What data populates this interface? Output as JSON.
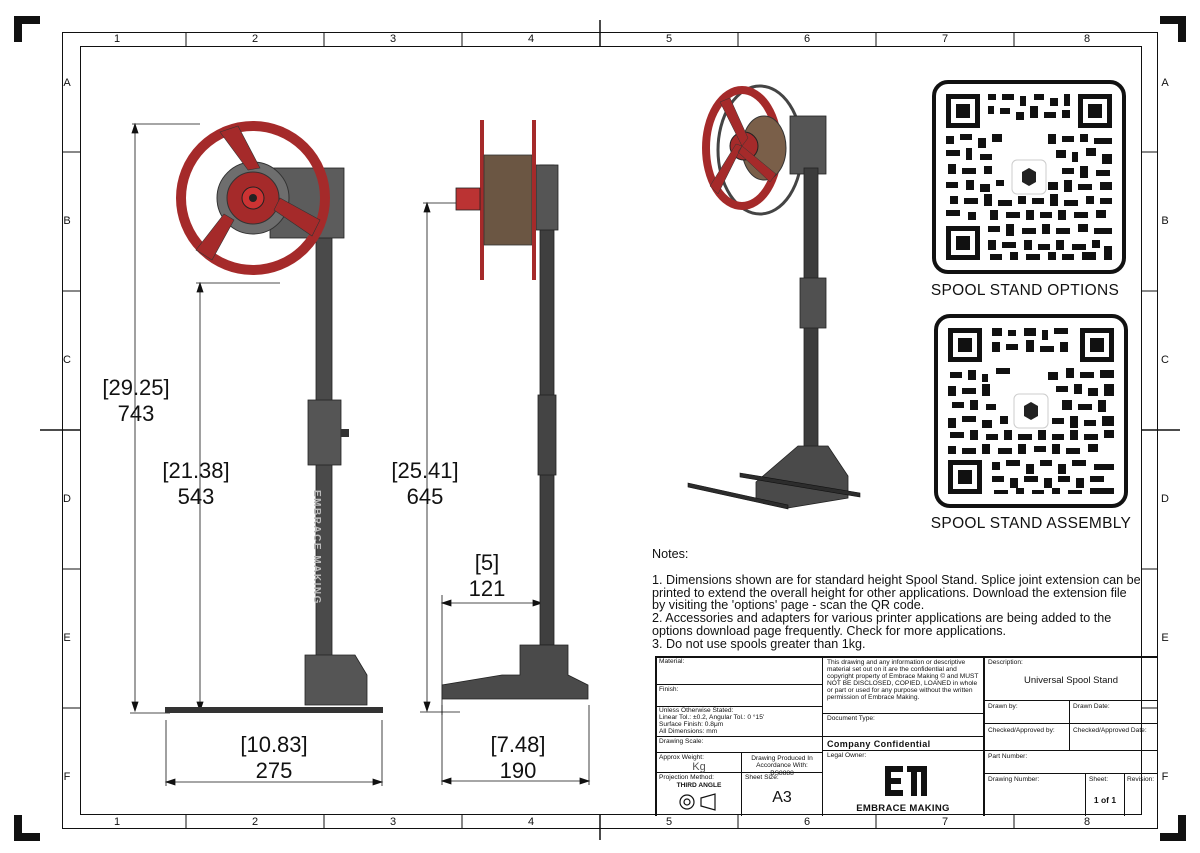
{
  "zones": {
    "columns": [
      "1",
      "2",
      "3",
      "4",
      "5",
      "6",
      "7",
      "8"
    ],
    "rows": [
      "A",
      "B",
      "C",
      "D",
      "E",
      "F"
    ]
  },
  "dimensions": {
    "overall_height": {
      "inch": "29.25",
      "mm": "743"
    },
    "arm_height": {
      "inch": "21.38",
      "mm": "543"
    },
    "side_height": {
      "inch": "25.41",
      "mm": "645"
    },
    "offset": {
      "inch": "5",
      "mm": "121"
    },
    "front_width": {
      "inch": "10.83",
      "mm": "275"
    },
    "side_width": {
      "inch": "7.48",
      "mm": "190"
    }
  },
  "column_text": "EMBRACE MAKING",
  "qr": {
    "options_caption": "SPOOL STAND OPTIONS",
    "assembly_caption": "SPOOL STAND ASSEMBLY"
  },
  "notes": {
    "heading": "Notes:",
    "items": [
      "1. Dimensions shown are for standard height Spool Stand. Splice joint extension can be printed to extend the overall height for other applications. Download the extension file by visiting the 'options' page - scan the QR code.",
      "2. Accessories and adapters for various printer applications are being added to the options download page frequently. Check for more applications.",
      "3. Do not use spools greater than 1kg."
    ]
  },
  "title_block": {
    "material_label": "Material:",
    "finish_label": "Finish:",
    "tolerances": {
      "line1": "Unless Otherwise Stated:",
      "line2": "Linear Tol.:  ±0.2, Angular Tol.:  0 °15'",
      "line3": "Surface Finish:  0.8μm",
      "line4": "All Dimensions:  mm"
    },
    "drawing_scale_label": "Drawing Scale:",
    "approx_weight_label": "Approx Weight:",
    "weight_unit": "Kg",
    "produced_in": "Drawing Produced In Accordance With: BS8888",
    "projection_label": "Projection Method:",
    "projection_value": "THIRD ANGLE",
    "sheet_size_label": "Sheet Size:",
    "sheet_size_value": "A3",
    "copyright": "This drawing and any information or descriptive material set out on it are the confidential and copyright property of Embrace Making © and MUST NOT BE DISCLOSED, COPIED, LOANED in whole or part or used for any purpose without the written permission of Embrace Making.",
    "document_type_label": "Document Type:",
    "confidential": "Company Confidential",
    "legal_owner_label": "Legal Owner:",
    "logo_text": "EMBRACE MAKING",
    "description_label": "Description:",
    "description_value": "Universal Spool Stand",
    "drawn_by_label": "Drawn by:",
    "drawn_date_label": "Drawn Date:",
    "checked_by_label": "Checked/Approved by:",
    "checked_date_label": "Checked/Approved Date:",
    "part_number_label": "Part Number:",
    "drawing_number_label": "Drawing Number:",
    "sheet_label": "Sheet:",
    "sheet_value": "1 of 1",
    "revision_label": "Revision:"
  },
  "colors": {
    "spool_red": "#a52a2a",
    "stand_grey": "#4a4a4a",
    "spool_brown": "#6b5643",
    "line": "#111111"
  }
}
